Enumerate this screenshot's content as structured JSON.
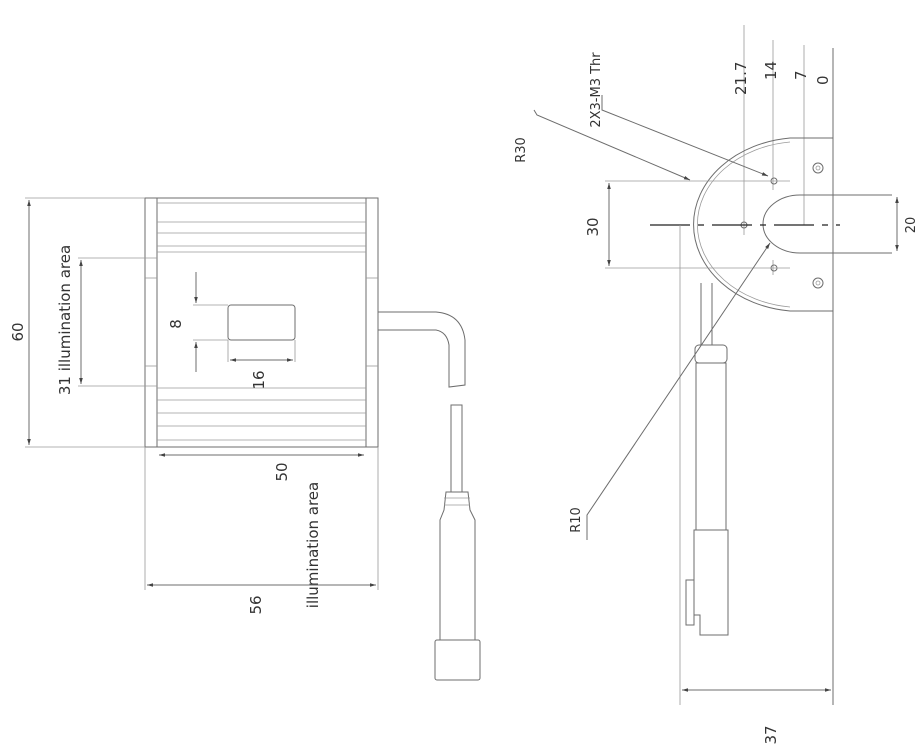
{
  "front_view": {
    "dim_height": "60",
    "dim_illum_height": "31 illumination area",
    "dim_window_height": "8",
    "dim_window_width": "16",
    "dim_illum_width": "50",
    "dim_illum_width_label": "illumination area",
    "dim_width": "56"
  },
  "side_view": {
    "ord_0": "0",
    "ord_7": "7",
    "ord_14": "14",
    "ord_21_7": "21.7",
    "thread_note": "2X3-M3 Thr",
    "radius_outer": "R30",
    "radius_slot": "R10",
    "dim_hole_spacing": "30",
    "dim_slot_width": "20",
    "dim_depth": "37"
  }
}
